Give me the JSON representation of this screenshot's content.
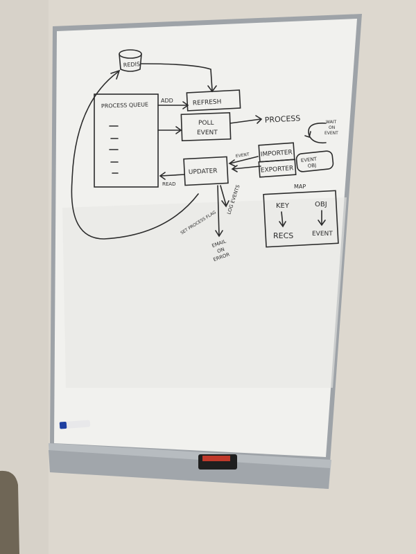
{
  "scene": {
    "subject": "whiteboard",
    "colors": {
      "wall": "#ddd8cf",
      "board": "#f1f1ee",
      "frame": "#9ea3a8",
      "ink": "#2b2b2b",
      "eraser": "#1f1f1f",
      "eraser_label": "#c0392b",
      "marker_cap": "#1e3fa0"
    }
  },
  "whiteboard": {
    "nodes": {
      "redis": "REDIS",
      "process_queue": "PROCESS QUEUE",
      "add": "ADD",
      "refresh": "REFRESH",
      "poll_event": "POLL",
      "poll_event_2": "EVENT",
      "process": "PROCESS",
      "wait_on_event": "WAIT",
      "wait_on_event_2": "ON",
      "wait_on_event_3": "EVENT",
      "updater": "UPDATER",
      "importer": "IMPORTER",
      "exporter": "EXPORTER",
      "event_obj": "EVENT",
      "event_obj_2": "OBJ",
      "read": "READ",
      "event": "EVENT",
      "log_events": "LOG EVENTS",
      "email_on_error": "EMAIL",
      "email_on_error_2": "ON",
      "email_on_error_3": "ERROR",
      "set_process_flag": "SET PROCESS FLAG"
    },
    "map": {
      "title": "MAP",
      "key": "KEY",
      "obj": "OBJ",
      "recs": "RECS",
      "event": "EVENT"
    }
  }
}
